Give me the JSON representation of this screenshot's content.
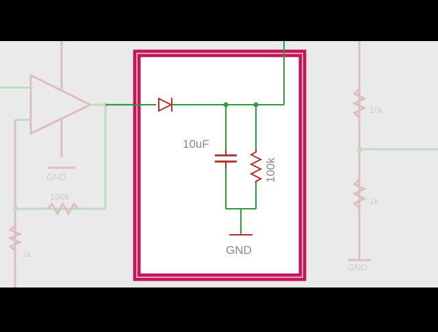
{
  "schematic": {
    "capacitor_value": "10uF",
    "resistor_value": "100k",
    "ground_label": "GND"
  },
  "background_circuit": {
    "left_ground_label": "GND",
    "left_resistor_value": "100k",
    "left_bottom_resistor_value": "1k",
    "right_ground_label": "GND",
    "right_top_resistor_value": "10k",
    "right_bottom_resistor_value": "1k"
  },
  "colors": {
    "letterbox": "#000000",
    "canvas": "#eaeaea",
    "highlight_frame": "#c2185b",
    "wire": "#2e9a3a",
    "component": "#b03030",
    "label_text": "#888888",
    "faded_wire": "#9fd0a0",
    "faded_component": "#d49a9a"
  }
}
